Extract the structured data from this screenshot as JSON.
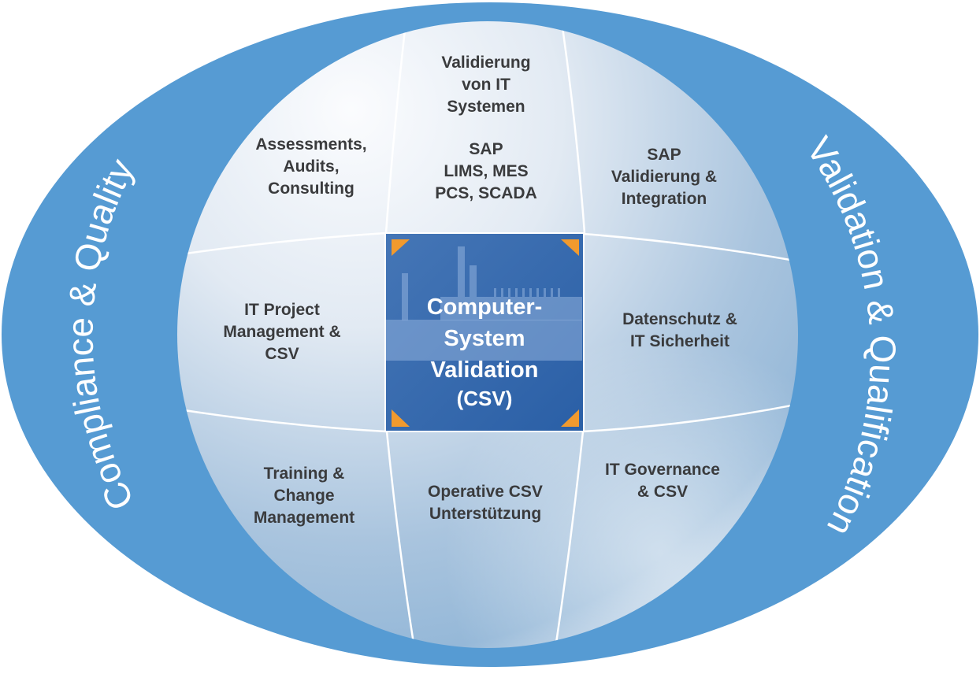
{
  "colors": {
    "outer_ring": "#569bd3",
    "sphere_highlight": "#f7f9fc",
    "sphere_shade": "#8fb4d6",
    "center_box": "#3a6cb0",
    "accent_triangle": "#f19a2e",
    "segment_text": "#3a3b3d"
  },
  "ring": {
    "left_label": "Compliance & Quality",
    "right_label": "Validation & Qualification"
  },
  "center": {
    "icon": "factory-icon",
    "title": "Computer-\nSystem\nValidation",
    "subtitle": "(CSV)"
  },
  "segments": {
    "top_left": "Assessments,\nAudits,\nConsulting",
    "top_center_heading": "Validierung\nvon IT\nSystemen",
    "top_center_systems": "SAP\nLIMS, MES\nPCS, SCADA",
    "top_right": "SAP\nValidierung &\nIntegration",
    "middle_left": "IT Project\nManagement &\nCSV",
    "middle_right": "Datenschutz &\nIT Sicherheit",
    "bottom_left": "Training &\nChange\nManagement",
    "bottom_center": "Operative CSV\nUnterstützung",
    "bottom_right": "IT Governance\n& CSV"
  }
}
